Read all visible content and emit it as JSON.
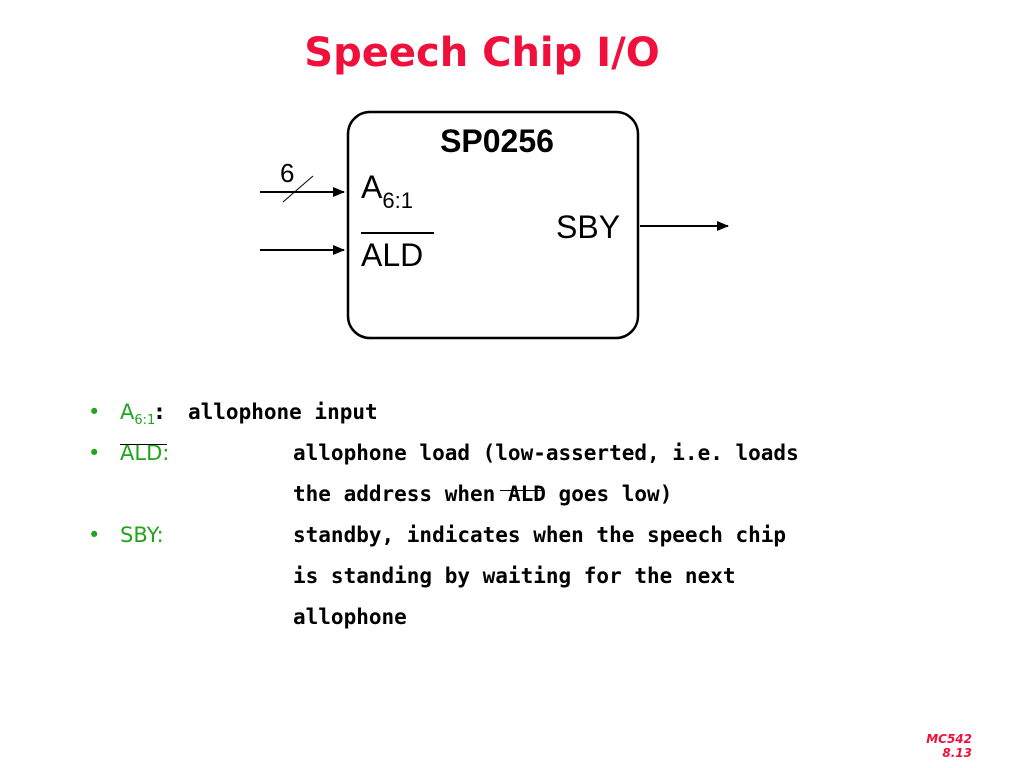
{
  "title": "Speech Chip I/O",
  "diagram": {
    "chip_name": "SP0256",
    "bus_width": "6",
    "input_a_label": "A",
    "input_a_sub": "6:1",
    "input_ald_label": "ALD",
    "output_label": "SBY"
  },
  "bullets": [
    {
      "term": "A",
      "term_sub": "6:1",
      "colon": ":",
      "lines": [
        "allophone input"
      ]
    },
    {
      "term": "ALD:",
      "lines": [
        "allophone load (low-asserted, i.e. loads",
        "the address when",
        "ALD",
        "goes low)"
      ]
    },
    {
      "term": "SBY:",
      "lines": [
        "standby, indicates when the speech chip",
        "is standing by waiting for the next",
        "allophone"
      ]
    }
  ],
  "colors": {
    "title": "#f0103c",
    "term": "#22a51e",
    "footer": "#f0103c"
  },
  "footer": {
    "course": "MC542",
    "slide": "8.13"
  }
}
